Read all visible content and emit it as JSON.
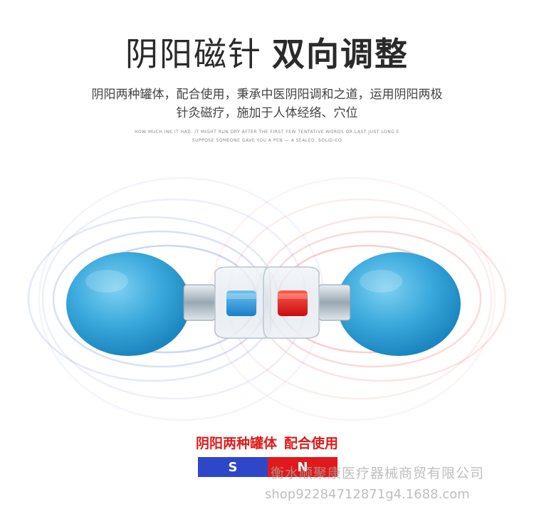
{
  "title": {
    "light": "阴阳磁针",
    "bold": "双向调整"
  },
  "subtitle": {
    "line1": "阴阳两种罐体，配合使用，秉承中医阴阳调和之道，运用阴阳两极",
    "line2": "针灸磁疗，施加于人体经络、穴位"
  },
  "tiny_text": {
    "line1": "HOW MUCH INK IT HAD. IT MIGHT RUN DRY AFTER THE FIRST FEW TENTATIVE WORDS OR LAST JUST LONG E",
    "line2": "SUPPOSE SOMEONE GAVE YOU A PEN — A SEALED, SOLID-CO"
  },
  "caption": {
    "part1": "阴阳两种罐体",
    "part2": "配合使用"
  },
  "poles": {
    "south": "S",
    "north": "N"
  },
  "watermark": {
    "company": "衡水顺聚康医疗器械商贸有限公司",
    "url": "shop92284712871g4.1688.com"
  },
  "colors": {
    "ball": "#3aa9dc",
    "north": "#e01a1a",
    "south": "#2d47c8"
  },
  "icons": [
    "magnetic-field-lines",
    "squeeze-ball",
    "suction-cup"
  ]
}
